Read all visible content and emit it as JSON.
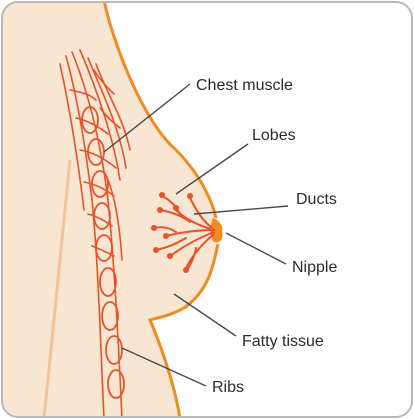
{
  "labels": {
    "chest_muscle": "Chest muscle",
    "lobes": "Lobes",
    "ducts": "Ducts",
    "nipple": "Nipple",
    "fatty_tissue": "Fatty tissue",
    "ribs": "Ribs"
  },
  "colors": {
    "frame_border": "#b9b9b9",
    "skin_fill": "#f8e6d3",
    "outline_orange": "#ef8b1f",
    "tissue_red": "#e8522a",
    "leader_line": "#4a4a4a",
    "rib_accent": "#f3c49b",
    "text": "#2b2b2b"
  }
}
